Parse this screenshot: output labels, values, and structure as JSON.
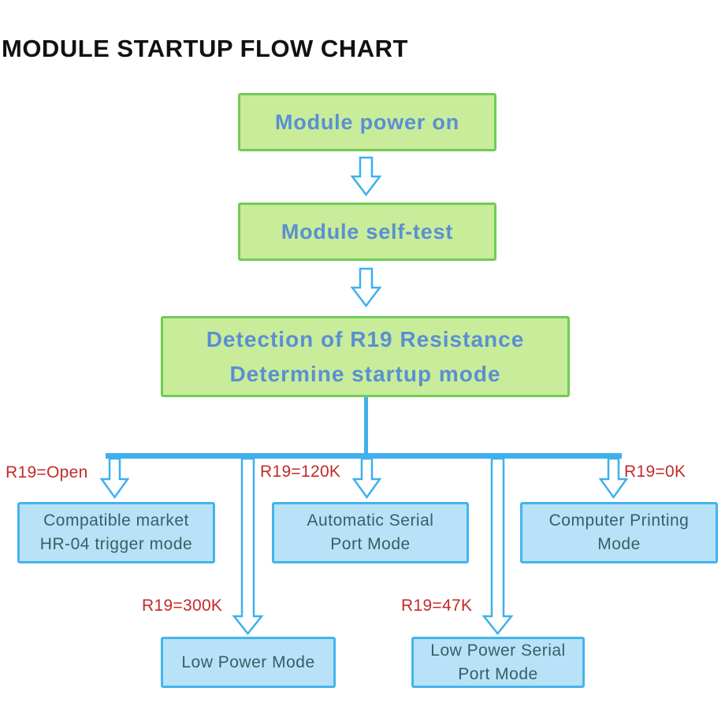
{
  "title": "MODULE STARTUP FLOW CHART",
  "steps": {
    "power_on": "Module power on",
    "self_test": "Module self-test",
    "detection": [
      "Detection of R19 Resistance",
      "Determine startup mode"
    ]
  },
  "modes": {
    "hr04": {
      "lines": [
        "Compatible market",
        "HR-04 trigger mode"
      ],
      "condition": "R19=Open"
    },
    "auto_serial": {
      "lines": [
        "Automatic Serial",
        "Port Mode"
      ],
      "condition": "R19=120K"
    },
    "computer_printing": {
      "lines": [
        "Computer Printing",
        "Mode"
      ],
      "condition": "R19=0K"
    },
    "low_power": {
      "lines": [
        "Low Power Mode"
      ],
      "condition": "R19=300K"
    },
    "low_power_serial": {
      "lines": [
        "Low Power Serial",
        "Port Mode"
      ],
      "condition": "R19=47K"
    }
  },
  "colors": {
    "green_fill": "#c8ec9a",
    "green_border": "#70cc55",
    "green_text": "#5b8fd2",
    "blue_fill": "#b8e2f8",
    "blue_border": "#44b4ec",
    "blue_text": "#3a5e66",
    "arrow_line": "#3fb0ec",
    "label_red": "#c42a2a"
  }
}
